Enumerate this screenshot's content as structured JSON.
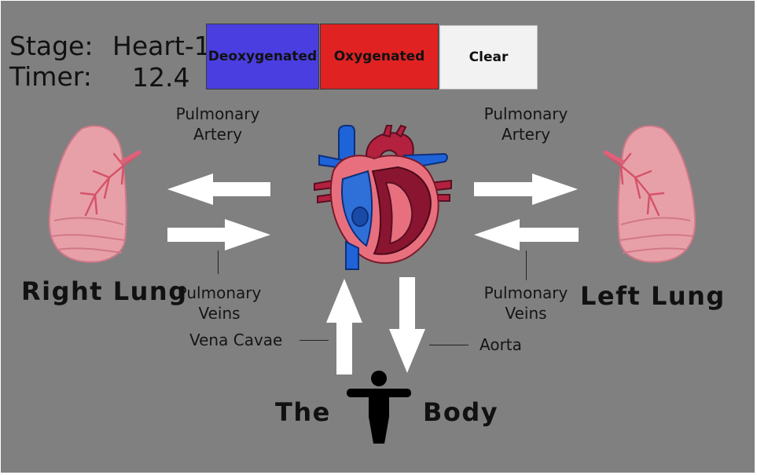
{
  "hud": {
    "stage_label": "Stage:",
    "stage_value": "Heart-1",
    "timer_label": "Timer:",
    "timer_value": "12.4"
  },
  "buttons": {
    "deoxygenated": "Deoxygenated",
    "oxygenated": "Oxygenated",
    "clear": "Clear"
  },
  "labels": {
    "pulmonary_artery_left": "Pulmonary\nArtery",
    "pulmonary_artery_right": "Pulmonary\nArtery",
    "pulmonary_veins_left": "Pulmonary\nVeins",
    "pulmonary_veins_right": "Pulmonary\nVeins",
    "right_lung": "Right Lung",
    "left_lung": "Left Lung",
    "vena_cavae": "Vena Cavae",
    "aorta": "Aorta",
    "body_the": "The",
    "body_body": "Body"
  },
  "colors": {
    "background": "#808080",
    "deoxygenated": "#4a3ee0",
    "oxygenated": "#e02222",
    "clear": "#f2f2f2",
    "arrow": "#ffffff",
    "lung": "#e8a0a8"
  },
  "icons": {
    "heart": "heart-anatomy-icon",
    "lung": "lung-icon",
    "body": "person-figure-icon"
  }
}
